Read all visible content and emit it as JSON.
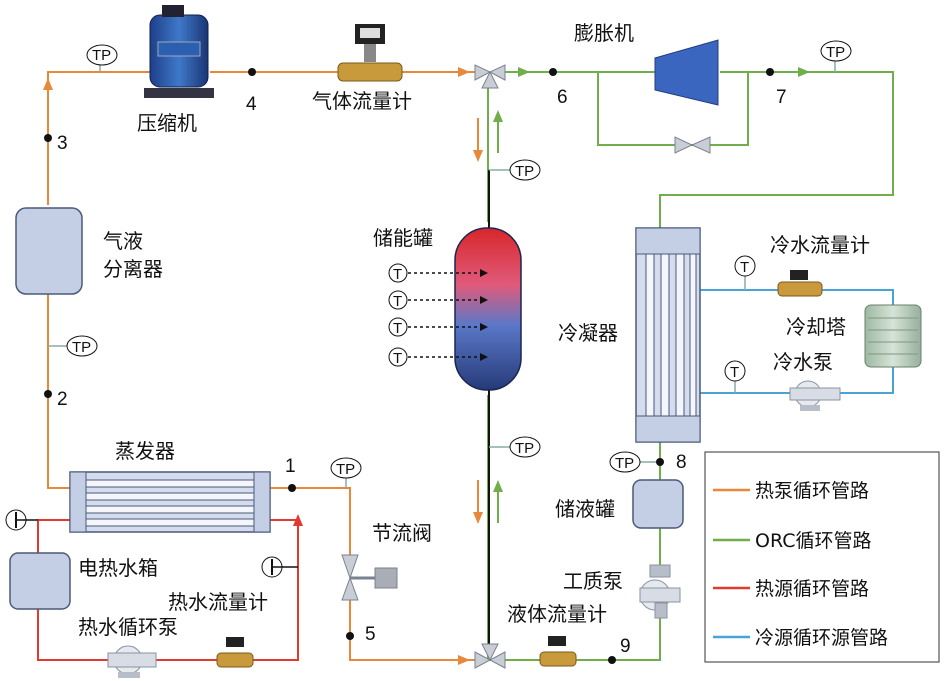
{
  "colors": {
    "heat_pump": "#e8883a",
    "orc": "#6fae4a",
    "heat_source": "#e23a2f",
    "cold_source": "#4aa3d6",
    "component_fill": "#c4cfe6",
    "component_stroke": "#4a5a7a",
    "brass": "#c89a3c"
  },
  "labels": {
    "compressor": "压缩机",
    "gas_flowmeter": "气体流量计",
    "expander": "膨胀机",
    "separator_line1": "气液",
    "separator_line2": "分离器",
    "storage_tank": "储能罐",
    "condenser": "冷凝器",
    "cold_flowmeter": "冷水流量计",
    "cooling_tower": "冷却塔",
    "cold_pump": "冷水泵",
    "evaporator": "蒸发器",
    "throttle": "节流阀",
    "liquid_receiver": "储液罐",
    "working_pump": "工质泵",
    "liquid_flowmeter": "液体流量计",
    "electric_tank": "电热水箱",
    "hot_flowmeter": "热水流量计",
    "hot_pump": "热水循环泵"
  },
  "points": [
    "1",
    "2",
    "3",
    "4",
    "5",
    "6",
    "7",
    "8",
    "9"
  ],
  "sensors": {
    "tp": "TP",
    "t": "T"
  },
  "legend": [
    {
      "label": "热泵循环管路",
      "color": "#e8883a"
    },
    {
      "label": "ORC循环管路",
      "color": "#6fae4a"
    },
    {
      "label": "热源循环管路",
      "color": "#e23a2f"
    },
    {
      "label": "冷源循环源管路",
      "color": "#4aa3d6"
    }
  ]
}
